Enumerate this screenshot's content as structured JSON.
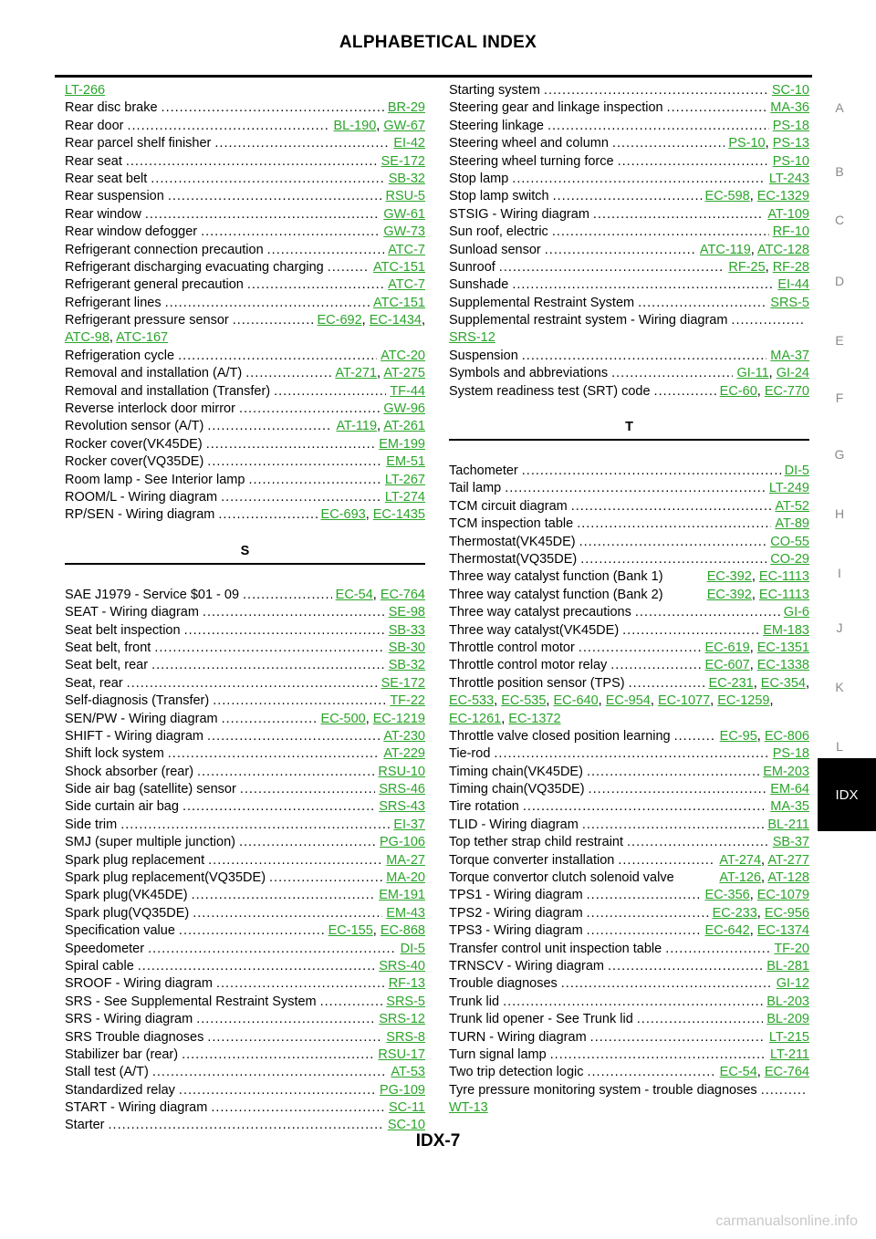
{
  "header": {
    "title": "ALPHABETICAL INDEX"
  },
  "footer": {
    "page_number": "IDX-7",
    "watermark": "carmanualsonline.info"
  },
  "side_tabs": [
    "A",
    "B",
    "C",
    "D",
    "E",
    "F",
    "G",
    "H",
    "I",
    "J",
    "K",
    "L"
  ],
  "active_tab": "IDX",
  "left_column": [
    {
      "type": "ref_only",
      "refs": [
        "LT-266"
      ]
    },
    {
      "type": "entry",
      "label": "Rear disc brake",
      "refs": [
        "BR-29"
      ]
    },
    {
      "type": "entry",
      "label": "Rear door",
      "refs": [
        "BL-190",
        "GW-67"
      ]
    },
    {
      "type": "entry",
      "label": "Rear parcel shelf finisher",
      "refs": [
        "EI-42"
      ]
    },
    {
      "type": "entry",
      "label": "Rear seat",
      "refs": [
        "SE-172"
      ]
    },
    {
      "type": "entry",
      "label": "Rear seat belt",
      "refs": [
        "SB-32"
      ]
    },
    {
      "type": "entry",
      "label": "Rear suspension",
      "refs": [
        "RSU-5"
      ]
    },
    {
      "type": "entry",
      "label": "Rear window",
      "refs": [
        "GW-61"
      ]
    },
    {
      "type": "entry",
      "label": "Rear window defogger",
      "refs": [
        "GW-73"
      ]
    },
    {
      "type": "entry",
      "label": "Refrigerant connection precaution",
      "refs": [
        "ATC-7"
      ]
    },
    {
      "type": "entry",
      "label": "Refrigerant discharging evacuating charging",
      "refs": [
        "ATC-151"
      ]
    },
    {
      "type": "entry",
      "label": "Refrigerant general precaution",
      "refs": [
        "ATC-7"
      ]
    },
    {
      "type": "entry",
      "label": "Refrigerant lines",
      "refs": [
        "ATC-151"
      ]
    },
    {
      "type": "entry",
      "label": "Refrigerant pressure sensor",
      "refs": [
        "EC-692",
        "EC-1434"
      ],
      "trailing_comma": true
    },
    {
      "type": "cont",
      "refs": [
        "ATC-98",
        "ATC-167"
      ]
    },
    {
      "type": "entry",
      "label": "Refrigeration cycle",
      "refs": [
        "ATC-20"
      ]
    },
    {
      "type": "entry",
      "label": "Removal and installation (A/T)",
      "refs": [
        "AT-271",
        "AT-275"
      ]
    },
    {
      "type": "entry",
      "label": "Removal and installation (Transfer)",
      "refs": [
        "TF-44"
      ]
    },
    {
      "type": "entry",
      "label": "Reverse interlock door mirror",
      "refs": [
        "GW-96"
      ]
    },
    {
      "type": "entry",
      "label": "Revolution sensor (A/T)",
      "refs": [
        "AT-119",
        "AT-261"
      ]
    },
    {
      "type": "entry",
      "label": "Rocker cover(VK45DE)",
      "refs": [
        "EM-199"
      ]
    },
    {
      "type": "entry",
      "label": "Rocker cover(VQ35DE)",
      "refs": [
        "EM-51"
      ]
    },
    {
      "type": "entry",
      "label": "Room lamp - See Interior lamp",
      "refs": [
        "LT-267"
      ]
    },
    {
      "type": "entry",
      "label": "ROOM/L - Wiring diagram",
      "refs": [
        "LT-274"
      ]
    },
    {
      "type": "entry",
      "label": "RP/SEN - Wiring diagram",
      "refs": [
        "EC-693",
        "EC-1435"
      ]
    },
    {
      "type": "section",
      "label": "S"
    },
    {
      "type": "entry",
      "label": "SAE J1979 - Service $01 - 09",
      "refs": [
        "EC-54",
        "EC-764"
      ]
    },
    {
      "type": "entry",
      "label": "SEAT - Wiring diagram",
      "refs": [
        "SE-98"
      ]
    },
    {
      "type": "entry",
      "label": "Seat belt inspection",
      "refs": [
        "SB-33"
      ]
    },
    {
      "type": "entry",
      "label": "Seat belt, front",
      "refs": [
        "SB-30"
      ]
    },
    {
      "type": "entry",
      "label": "Seat belt, rear",
      "refs": [
        "SB-32"
      ]
    },
    {
      "type": "entry",
      "label": "Seat, rear",
      "refs": [
        "SE-172"
      ]
    },
    {
      "type": "entry",
      "label": "Self-diagnosis (Transfer)",
      "refs": [
        "TF-22"
      ]
    },
    {
      "type": "entry",
      "label": "SEN/PW - Wiring diagram",
      "refs": [
        "EC-500",
        "EC-1219"
      ]
    },
    {
      "type": "entry",
      "label": "SHIFT - Wiring diagram",
      "refs": [
        "AT-230"
      ]
    },
    {
      "type": "entry",
      "label": "Shift lock system",
      "refs": [
        "AT-229"
      ]
    },
    {
      "type": "entry",
      "label": "Shock absorber (rear)",
      "refs": [
        "RSU-10"
      ]
    },
    {
      "type": "entry",
      "label": "Side air bag (satellite) sensor",
      "refs": [
        "SRS-46"
      ]
    },
    {
      "type": "entry",
      "label": "Side curtain air bag",
      "refs": [
        "SRS-43"
      ]
    },
    {
      "type": "entry",
      "label": "Side trim",
      "refs": [
        "EI-37"
      ]
    },
    {
      "type": "entry",
      "label": "SMJ (super multiple junction)",
      "refs": [
        "PG-106"
      ]
    },
    {
      "type": "entry",
      "label": "Spark plug replacement",
      "refs": [
        "MA-27"
      ]
    },
    {
      "type": "entry",
      "label": "Spark plug replacement(VQ35DE)",
      "refs": [
        "MA-20"
      ]
    },
    {
      "type": "entry",
      "label": "Spark plug(VK45DE)",
      "refs": [
        "EM-191"
      ]
    },
    {
      "type": "entry",
      "label": "Spark plug(VQ35DE)",
      "refs": [
        "EM-43"
      ]
    },
    {
      "type": "entry",
      "label": "Specification value",
      "refs": [
        "EC-155",
        "EC-868"
      ]
    },
    {
      "type": "entry",
      "label": "Speedometer",
      "refs": [
        "DI-5"
      ]
    },
    {
      "type": "entry",
      "label": "Spiral cable",
      "refs": [
        "SRS-40"
      ]
    },
    {
      "type": "entry",
      "label": "SROOF - Wiring diagram",
      "refs": [
        "RF-13"
      ]
    },
    {
      "type": "entry",
      "label": "SRS - See Supplemental Restraint System",
      "refs": [
        "SRS-5"
      ]
    },
    {
      "type": "entry",
      "label": "SRS - Wiring diagram",
      "refs": [
        "SRS-12"
      ]
    },
    {
      "type": "entry",
      "label": "SRS Trouble diagnoses",
      "refs": [
        "SRS-8"
      ]
    },
    {
      "type": "entry",
      "label": "Stabilizer bar (rear)",
      "refs": [
        "RSU-17"
      ]
    },
    {
      "type": "entry",
      "label": "Stall test (A/T)",
      "refs": [
        "AT-53"
      ]
    },
    {
      "type": "entry",
      "label": "Standardized relay",
      "refs": [
        "PG-109"
      ]
    },
    {
      "type": "entry",
      "label": "START - Wiring diagram",
      "refs": [
        "SC-11"
      ]
    },
    {
      "type": "entry",
      "label": "Starter",
      "refs": [
        "SC-10"
      ]
    }
  ],
  "right_column": [
    {
      "type": "entry",
      "label": "Starting system",
      "refs": [
        "SC-10"
      ]
    },
    {
      "type": "entry",
      "label": "Steering gear and linkage inspection",
      "refs": [
        "MA-36"
      ]
    },
    {
      "type": "entry",
      "label": "Steering linkage",
      "refs": [
        "PS-18"
      ]
    },
    {
      "type": "entry",
      "label": "Steering wheel and column",
      "refs": [
        "PS-10",
        "PS-13"
      ]
    },
    {
      "type": "entry",
      "label": "Steering wheel turning force",
      "refs": [
        "PS-10"
      ]
    },
    {
      "type": "entry",
      "label": "Stop lamp",
      "refs": [
        "LT-243"
      ]
    },
    {
      "type": "entry",
      "label": "Stop lamp switch",
      "refs": [
        "EC-598",
        "EC-1329"
      ]
    },
    {
      "type": "entry",
      "label": "STSIG - Wiring diagram",
      "refs": [
        "AT-109"
      ]
    },
    {
      "type": "entry",
      "label": "Sun roof, electric",
      "refs": [
        "RF-10"
      ]
    },
    {
      "type": "entry",
      "label": "Sunload sensor",
      "refs": [
        "ATC-119",
        "ATC-128"
      ]
    },
    {
      "type": "entry",
      "label": "Sunroof",
      "refs": [
        "RF-25",
        "RF-28"
      ]
    },
    {
      "type": "entry",
      "label": "Sunshade",
      "refs": [
        "EI-44"
      ]
    },
    {
      "type": "entry",
      "label": "Supplemental Restraint System",
      "refs": [
        "SRS-5"
      ]
    },
    {
      "type": "entry",
      "label": "Supplemental restraint system - Wiring diagram",
      "refs": []
    },
    {
      "type": "cont",
      "refs": [
        "SRS-12"
      ]
    },
    {
      "type": "entry",
      "label": "Suspension",
      "refs": [
        "MA-37"
      ]
    },
    {
      "type": "entry",
      "label": "Symbols and abbreviations",
      "refs": [
        "GI-11",
        "GI-24"
      ]
    },
    {
      "type": "entry",
      "label": "System readiness test (SRT) code",
      "refs": [
        "EC-60",
        "EC-770"
      ]
    },
    {
      "type": "section",
      "label": "T"
    },
    {
      "type": "entry",
      "label": "Tachometer",
      "refs": [
        "DI-5"
      ]
    },
    {
      "type": "entry",
      "label": "Tail lamp",
      "refs": [
        "LT-249"
      ]
    },
    {
      "type": "entry",
      "label": "TCM circuit diagram",
      "refs": [
        "AT-52"
      ]
    },
    {
      "type": "entry",
      "label": "TCM inspection table",
      "refs": [
        "AT-89"
      ]
    },
    {
      "type": "entry",
      "label": "Thermostat(VK45DE)",
      "refs": [
        "CO-55"
      ]
    },
    {
      "type": "entry",
      "label": "Thermostat(VQ35DE)",
      "refs": [
        "CO-29"
      ]
    },
    {
      "type": "entry",
      "label": "Three way catalyst function (Bank 1)",
      "refs": [
        "EC-392",
        "EC-1113"
      ],
      "nodots": true
    },
    {
      "type": "entry",
      "label": "Three way catalyst function (Bank 2)",
      "refs": [
        "EC-392",
        "EC-1113"
      ],
      "nodots": true
    },
    {
      "type": "entry",
      "label": "Three way catalyst precautions",
      "refs": [
        "GI-6"
      ]
    },
    {
      "type": "entry",
      "label": "Three way catalyst(VK45DE)",
      "refs": [
        "EM-183"
      ]
    },
    {
      "type": "entry",
      "label": "Throttle control motor",
      "refs": [
        "EC-619",
        "EC-1351"
      ]
    },
    {
      "type": "entry",
      "label": "Throttle control motor relay",
      "refs": [
        "EC-607",
        "EC-1338"
      ]
    },
    {
      "type": "entry",
      "label": "Throttle position sensor (TPS)",
      "refs": [
        "EC-231",
        "EC-354"
      ],
      "trailing_comma": true
    },
    {
      "type": "cont",
      "refs": [
        "EC-533",
        "EC-535",
        "EC-640",
        "EC-954",
        "EC-1077",
        "EC-1259"
      ],
      "trailing_comma": true
    },
    {
      "type": "cont",
      "refs": [
        "EC-1261",
        "EC-1372"
      ]
    },
    {
      "type": "entry",
      "label": "Throttle valve closed position learning",
      "refs": [
        "EC-95",
        "EC-806"
      ]
    },
    {
      "type": "entry",
      "label": "Tie-rod",
      "refs": [
        "PS-18"
      ]
    },
    {
      "type": "entry",
      "label": "Timing chain(VK45DE)",
      "refs": [
        "EM-203"
      ]
    },
    {
      "type": "entry",
      "label": "Timing chain(VQ35DE)",
      "refs": [
        "EM-64"
      ]
    },
    {
      "type": "entry",
      "label": "Tire rotation",
      "refs": [
        "MA-35"
      ]
    },
    {
      "type": "entry",
      "label": "TLID - Wiring diagram",
      "refs": [
        "BL-211"
      ]
    },
    {
      "type": "entry",
      "label": "Top tether strap child restraint",
      "refs": [
        "SB-37"
      ]
    },
    {
      "type": "entry",
      "label": "Torque converter installation",
      "refs": [
        "AT-274",
        "AT-277"
      ]
    },
    {
      "type": "entry",
      "label": "Torque convertor clutch solenoid valve",
      "refs": [
        "AT-126",
        "AT-128"
      ],
      "nodots": true
    },
    {
      "type": "entry",
      "label": "TPS1 - Wiring diagram",
      "refs": [
        "EC-356",
        "EC-1079"
      ]
    },
    {
      "type": "entry",
      "label": "TPS2 - Wiring diagram",
      "refs": [
        "EC-233",
        "EC-956"
      ]
    },
    {
      "type": "entry",
      "label": "TPS3 - Wiring diagram",
      "refs": [
        "EC-642",
        "EC-1374"
      ]
    },
    {
      "type": "entry",
      "label": "Transfer control unit inspection table",
      "refs": [
        "TF-20"
      ]
    },
    {
      "type": "entry",
      "label": "TRNSCV - Wiring diagram",
      "refs": [
        "BL-281"
      ]
    },
    {
      "type": "entry",
      "label": "Trouble diagnoses",
      "refs": [
        "GI-12"
      ]
    },
    {
      "type": "entry",
      "label": "Trunk lid",
      "refs": [
        "BL-203"
      ]
    },
    {
      "type": "entry",
      "label": "Trunk lid opener - See Trunk lid",
      "refs": [
        "BL-209"
      ]
    },
    {
      "type": "entry",
      "label": "TURN - Wiring diagram",
      "refs": [
        "LT-215"
      ]
    },
    {
      "type": "entry",
      "label": "Turn signal lamp",
      "refs": [
        "LT-211"
      ]
    },
    {
      "type": "entry",
      "label": "Two trip detection logic",
      "refs": [
        "EC-54",
        "EC-764"
      ]
    },
    {
      "type": "entry",
      "label": "Tyre pressure monitoring system - trouble diagnoses",
      "refs": []
    },
    {
      "type": "cont",
      "refs": [
        "WT-13"
      ]
    }
  ],
  "colors": {
    "link": "#2aa52a",
    "tab_bg": "#000000",
    "tab_fg": "#ffffff",
    "side_letter": "#8a8a8a"
  }
}
